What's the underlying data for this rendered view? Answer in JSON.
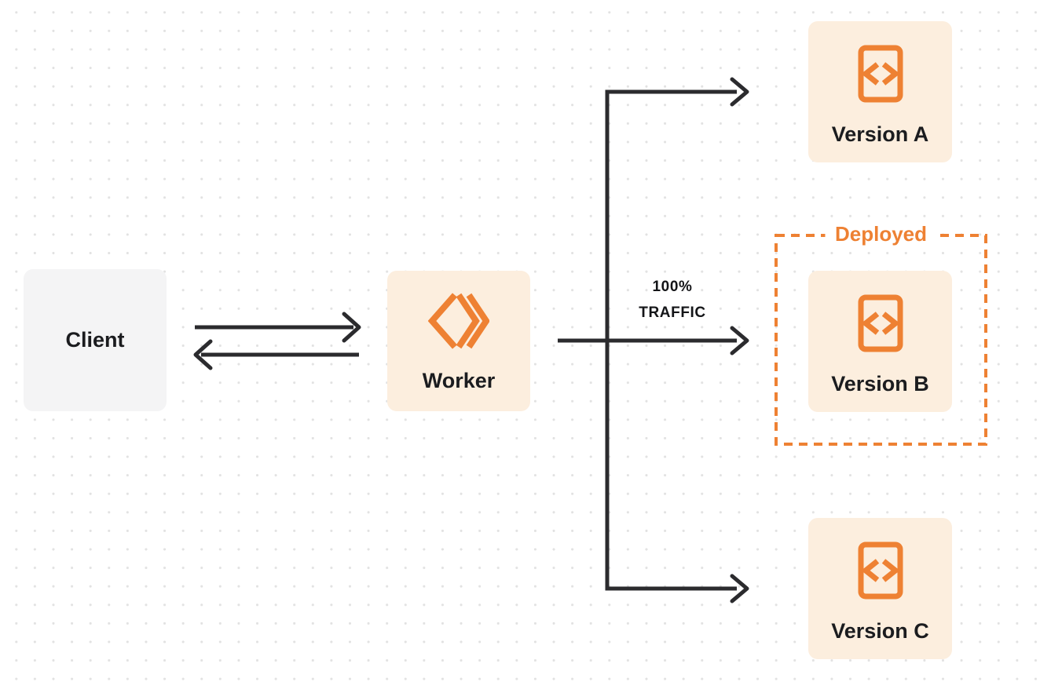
{
  "theme": {
    "background": "#ffffff",
    "dot_grid_color": "#e2e2e2",
    "connector_color": "#2b2b2e",
    "accent_orange": "#ee8133",
    "node_cream_bg": "#fceede",
    "node_gray_bg": "#f4f4f5",
    "label_color": "#1b1c1f"
  },
  "nodes": {
    "client": {
      "label": "Client"
    },
    "worker": {
      "label": "Worker",
      "icon": "cloudflare-workers-icon"
    },
    "version_a": {
      "label": "Version A",
      "icon": "code-file-icon"
    },
    "version_b": {
      "label": "Version B",
      "icon": "code-file-icon"
    },
    "version_c": {
      "label": "Version C",
      "icon": "code-file-icon"
    }
  },
  "groups": {
    "deployed": {
      "label": "Deployed",
      "style": "orange-dashed-border"
    }
  },
  "edges": {
    "client_worker": {
      "type": "bidirectional-arrows"
    },
    "traffic": {
      "percent": "100%",
      "caption": "TRAFFIC",
      "target": "Version B"
    },
    "branches": [
      "Version A",
      "Version B",
      "Version C"
    ]
  }
}
